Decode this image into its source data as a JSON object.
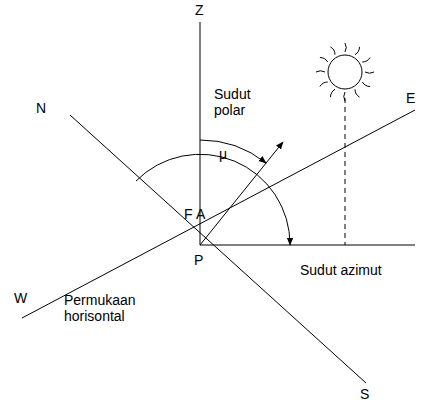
{
  "diagram": {
    "labels": [
      "Z",
      "N",
      "Sudut polar",
      "μ",
      "E",
      "F",
      "A",
      "W",
      "P",
      "Sudut azimut",
      "Permukaan horisontal",
      "S"
    ]
  }
}
